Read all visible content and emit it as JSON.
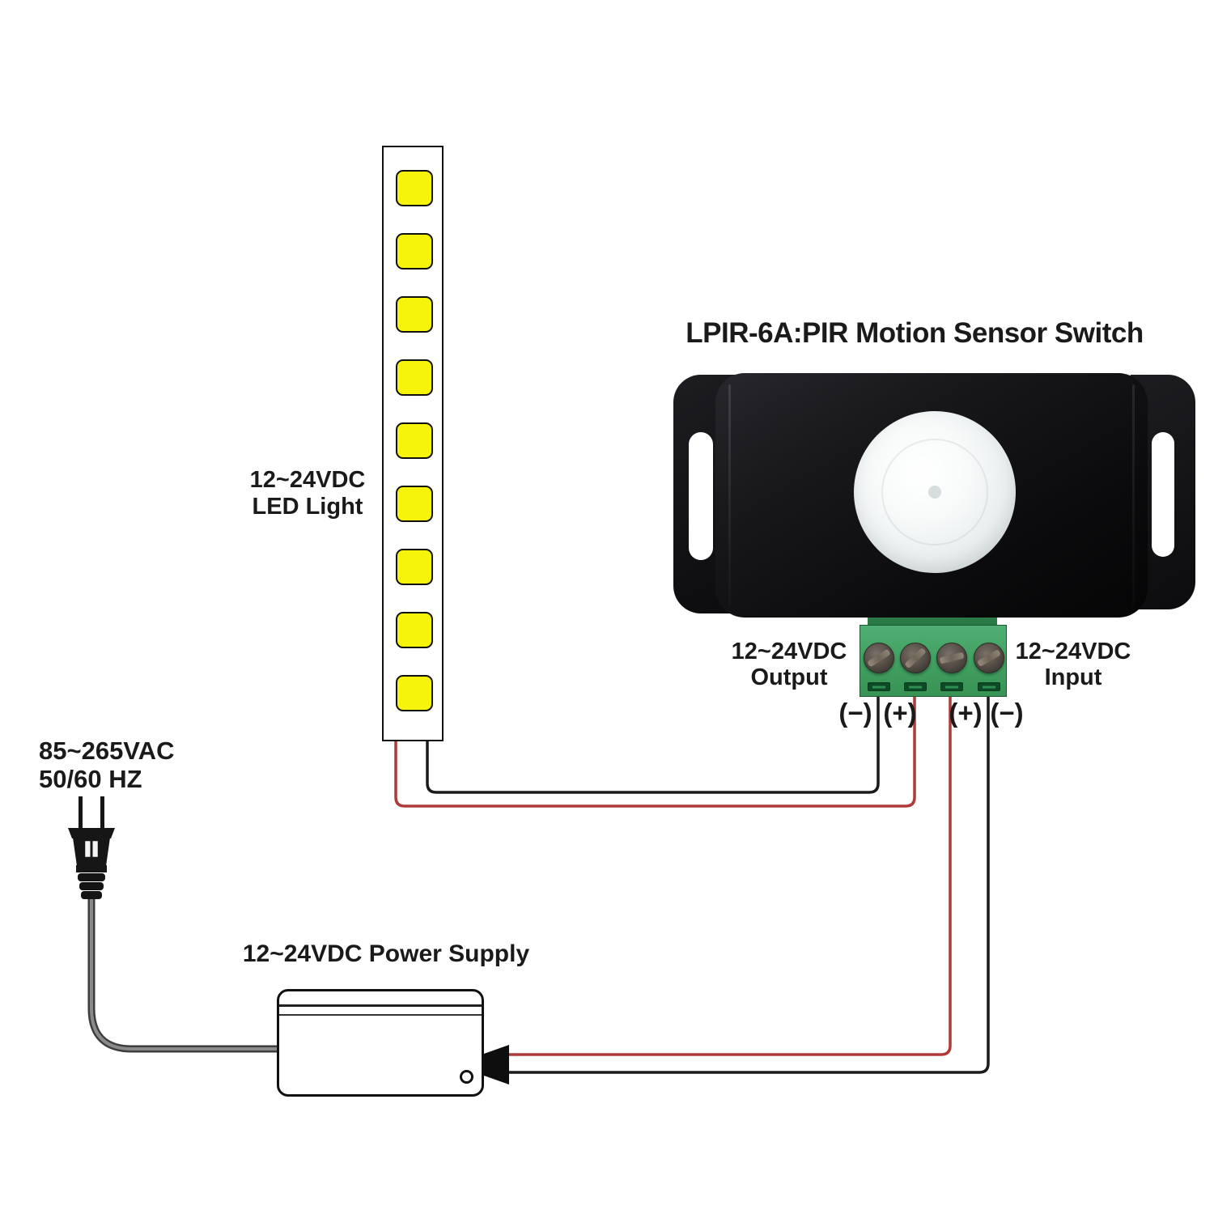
{
  "title": "LPIR-6A:PIR Motion Sensor Switch",
  "led_strip": {
    "label_line1": "12~24VDC",
    "label_line2": "LED Light",
    "led_count": 9
  },
  "ac_input": {
    "label_line1": "85~265VAC",
    "label_line2": "50/60 HZ"
  },
  "power_supply": {
    "label": "12~24VDC Power Supply"
  },
  "sensor": {
    "output_label_line1": "12~24VDC",
    "output_label_line2": "Output",
    "input_label_line1": "12~24VDC",
    "input_label_line2": "Input",
    "pins": [
      "(−)",
      "(+)",
      "(+)",
      "(−)"
    ]
  },
  "colors": {
    "wire_red": "#AE3A3A",
    "wire_black": "#1A1A1A",
    "led_yellow": "#F6F40A",
    "terminal_green": "#43A263",
    "cord_gray": "#3D3D3D"
  }
}
